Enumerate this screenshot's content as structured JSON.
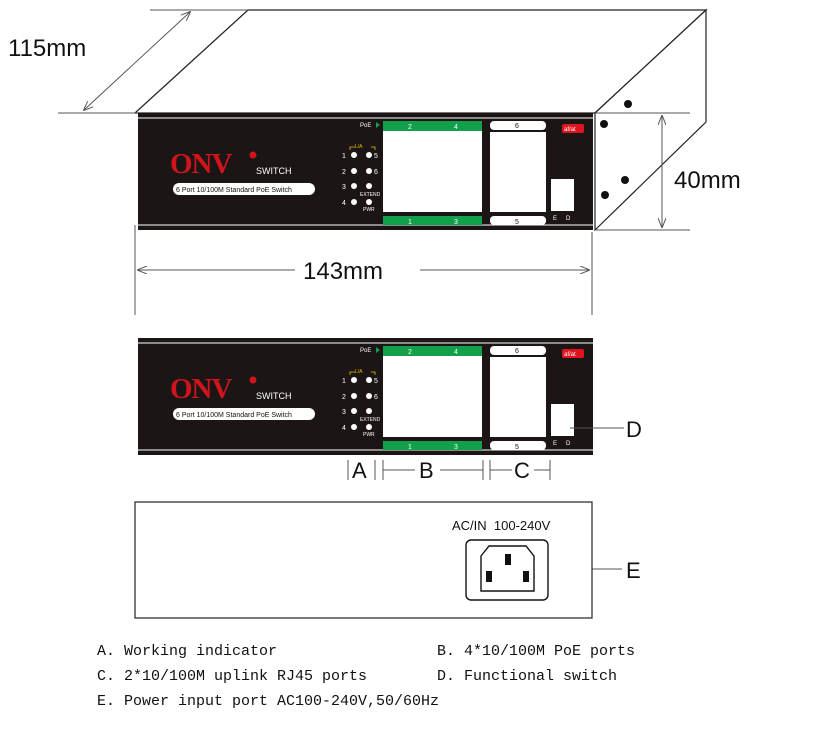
{
  "dimensions": {
    "depth": "115mm",
    "height": "40mm",
    "width": "143mm"
  },
  "panel": {
    "brand": "ONV",
    "brand_mark": "®",
    "product": "SWITCH",
    "description": "6 Port 10/100M Standard PoE Switch",
    "poe_label": "PoE",
    "la_label": "L/A",
    "led_numbers": [
      "1",
      "2",
      "3",
      "4",
      "5",
      "6"
    ],
    "extend_label": "EXTEND",
    "pwr_label": "PWR",
    "poe_port_top": [
      "2",
      "4"
    ],
    "poe_port_bottom": [
      "1",
      "3"
    ],
    "uplink_top": "6",
    "uplink_bottom": "5",
    "badge": "af/at",
    "switch_labels": [
      "E",
      "D"
    ],
    "brand_color": "#d0141c",
    "poe_color": "#12a04a"
  },
  "callouts": {
    "a": "A",
    "b": "B",
    "c": "C",
    "d": "D",
    "e": "E"
  },
  "rear": {
    "power_label": "AC/IN  100-240V"
  },
  "legend": [
    "A. Working indicator",
    "B. 4*10/100M PoE ports",
    "C. 2*10/100M uplink RJ45 ports",
    "D. Functional switch",
    "E. Power input port AC100-240V,50/60Hz"
  ]
}
